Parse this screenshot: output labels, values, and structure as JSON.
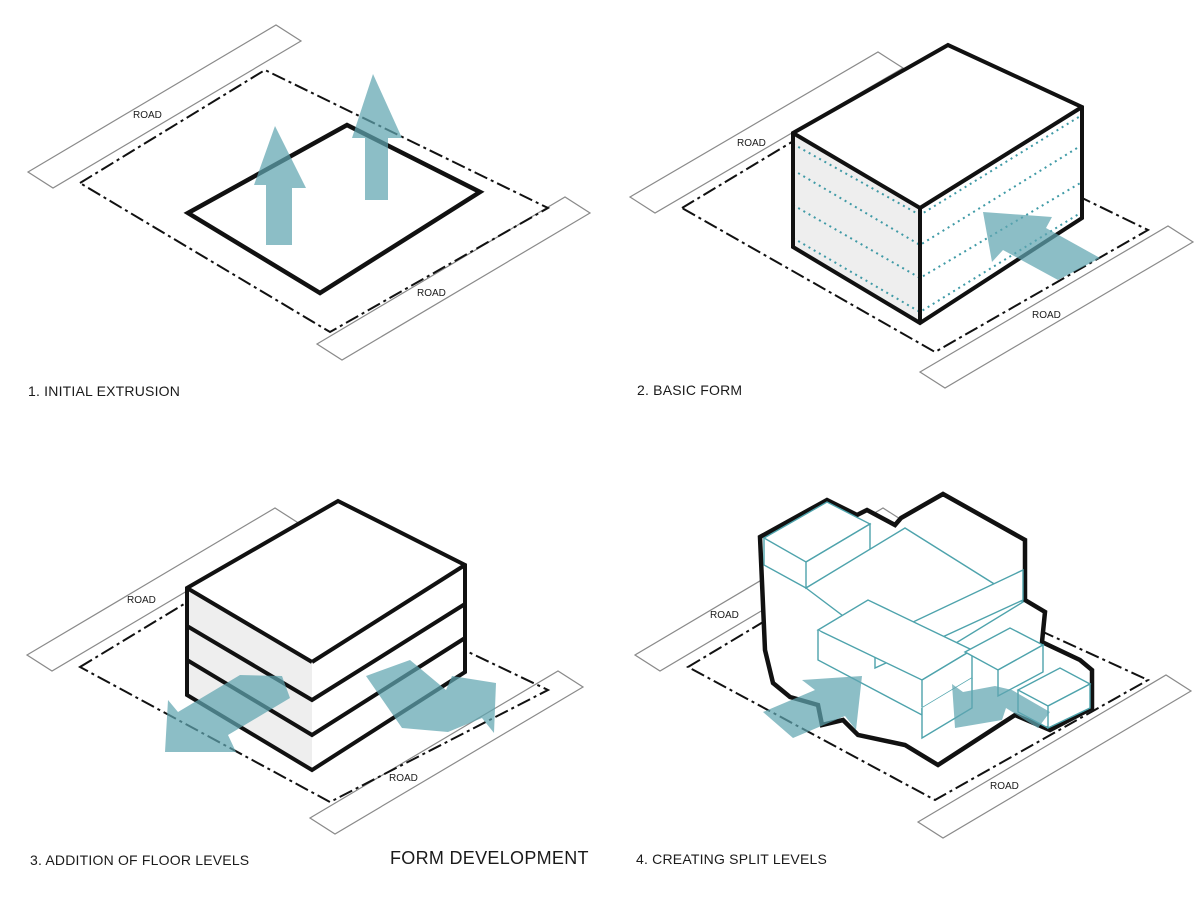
{
  "diagram": {
    "title": "FORM DEVELOPMENT",
    "road_label": "ROAD",
    "panels": [
      {
        "caption": "1. INITIAL EXTRUSION"
      },
      {
        "caption": "2. BASIC FORM"
      },
      {
        "caption": "3. ADDITION OF FLOOR LEVELS"
      },
      {
        "caption": "4. CREATING SPLIT LEVELS"
      }
    ]
  },
  "colors": {
    "accent_teal": "#5fa5b0",
    "outline": "#111111",
    "road_stroke": "#8a8a8a",
    "shade": "#eeeeee"
  }
}
